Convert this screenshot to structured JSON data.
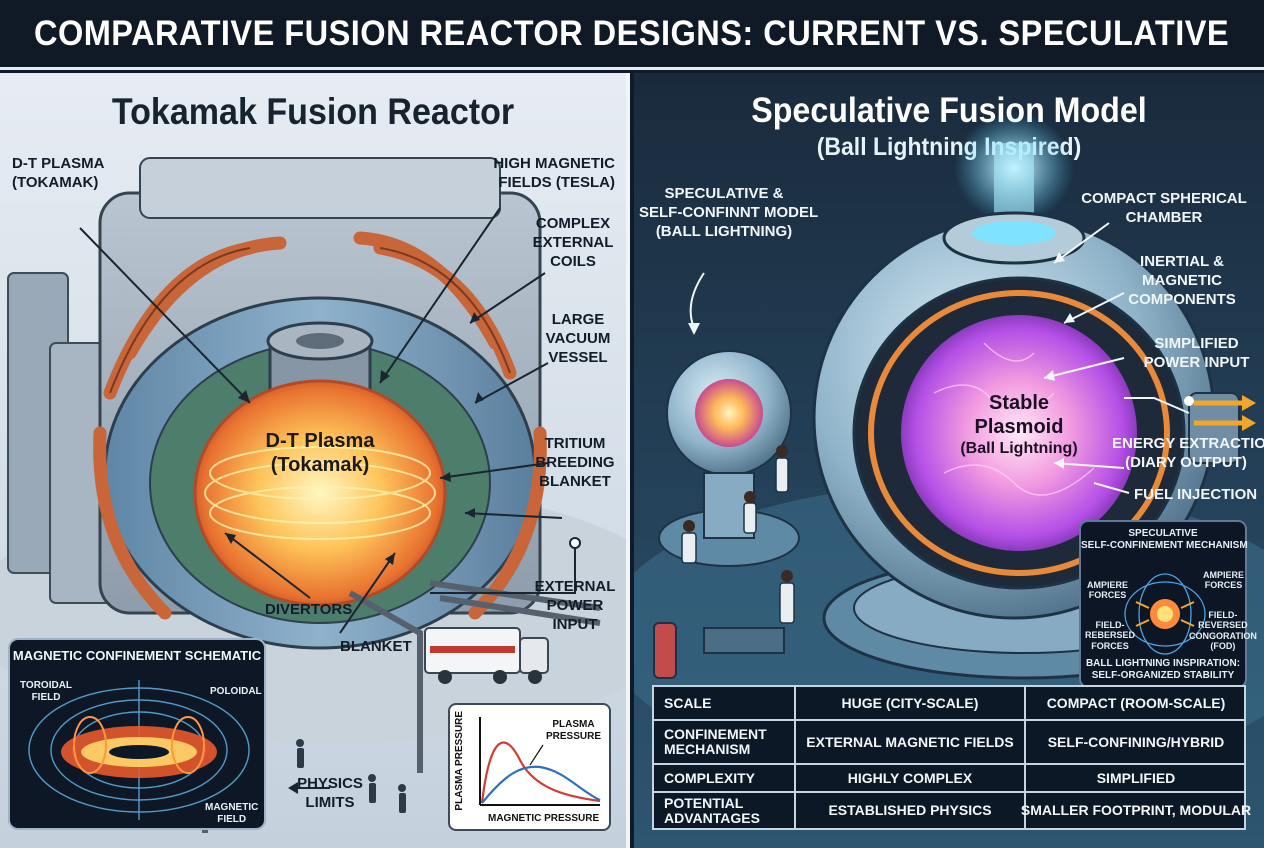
{
  "banner": {
    "title": "Comparative Fusion Reactor Designs: Current vs. Speculative"
  },
  "left_panel": {
    "title": "Tokamak Fusion Reactor",
    "labels": {
      "dt_plasma_callout": [
        "D-T Plasma",
        "(Tokamak)"
      ],
      "high_magnetic": [
        "High Magnetic",
        "Fields (Tesla)"
      ],
      "complex_coils": [
        "Complex",
        "External",
        "Coils"
      ],
      "vacuum_vessel": [
        "Large",
        "Vacuum",
        "Vessel"
      ],
      "tritium_blanket": [
        "Tritium",
        "Breeding",
        "Blanket"
      ],
      "divertors": "Divertors",
      "blanket": "Blanket",
      "external_power": [
        "External",
        "Power",
        "Input"
      ],
      "physics_limits": [
        "Physics",
        "Limits"
      ],
      "plasma_core": [
        "D-T Plasma",
        "(Tokamak)"
      ]
    },
    "schematic": {
      "title": "Magnetic Confinement Schematic",
      "toroidal": [
        "Toroidal",
        "Field"
      ],
      "poloidal": "Poloidal",
      "magnetic": [
        "Magnetic",
        "Field"
      ]
    },
    "graph": {
      "curve_label": [
        "Plasma",
        "Pressure"
      ],
      "x_label": "Magnetic Pressure",
      "y_label": "Plasma Pressure"
    }
  },
  "right_panel": {
    "title": "Speculative Fusion Model",
    "subtitle": "(Ball Lightning Inspired)",
    "labels": {
      "speculative_model": [
        "Speculative &",
        "Self-Confinnt Model",
        "(Ball Lightning)"
      ],
      "compact_chamber": [
        "Compact Spherical",
        "Chamber"
      ],
      "inertial_magnetic": [
        "Inertial &",
        "Magnetic",
        "Components"
      ],
      "simplified_power": [
        "Simplified",
        "Power Input"
      ],
      "energy_extraction": [
        "Energy Extraction",
        "(Diary Output)"
      ],
      "fuel_injection": "Fuel Injection",
      "plasmoid_core": [
        "Stable",
        "Plasmoid",
        "(Ball Lightning)"
      ]
    },
    "mechanism": {
      "title": [
        "Speculative",
        "Self-Confinement Mechanism"
      ],
      "ampiere_left": [
        "Ampiere",
        "Forces"
      ],
      "ampiere_right": [
        "Ampiere",
        "Forces"
      ],
      "field_rebersed": [
        "Field-",
        "Rebersed",
        "Forces"
      ],
      "field_reversed": [
        "Field-",
        "Reversed",
        "Congoration",
        "(FOD)"
      ],
      "footer": [
        "Ball Lightning Inspiration:",
        "Self-Organized Stability"
      ]
    }
  },
  "comparison_table": {
    "rows": [
      {
        "label": [
          "Scale"
        ],
        "tokamak": "Huge (City-Scale)",
        "speculative": "Compact (Room-Scale)"
      },
      {
        "label": [
          "Confinement",
          "Mechanism"
        ],
        "tokamak": "External Magnetic Fields",
        "speculative": "Self-Confining/Hybrid"
      },
      {
        "label": [
          "Complexity"
        ],
        "tokamak": "Highly Complex",
        "speculative": "Simplified"
      },
      {
        "label": [
          "Potential",
          "Advantages"
        ],
        "tokamak": "Established Physics",
        "speculative": "Smaller Footprint, Modular"
      }
    ]
  },
  "colors": {
    "banner_bg": "#101a27",
    "left_bg": "#dce4ec",
    "right_bg": "#24425a",
    "coil": "#c8663a",
    "plasma": "#ffb347",
    "plasmoid": "#d96bff",
    "arrow": "#f2a62a"
  }
}
